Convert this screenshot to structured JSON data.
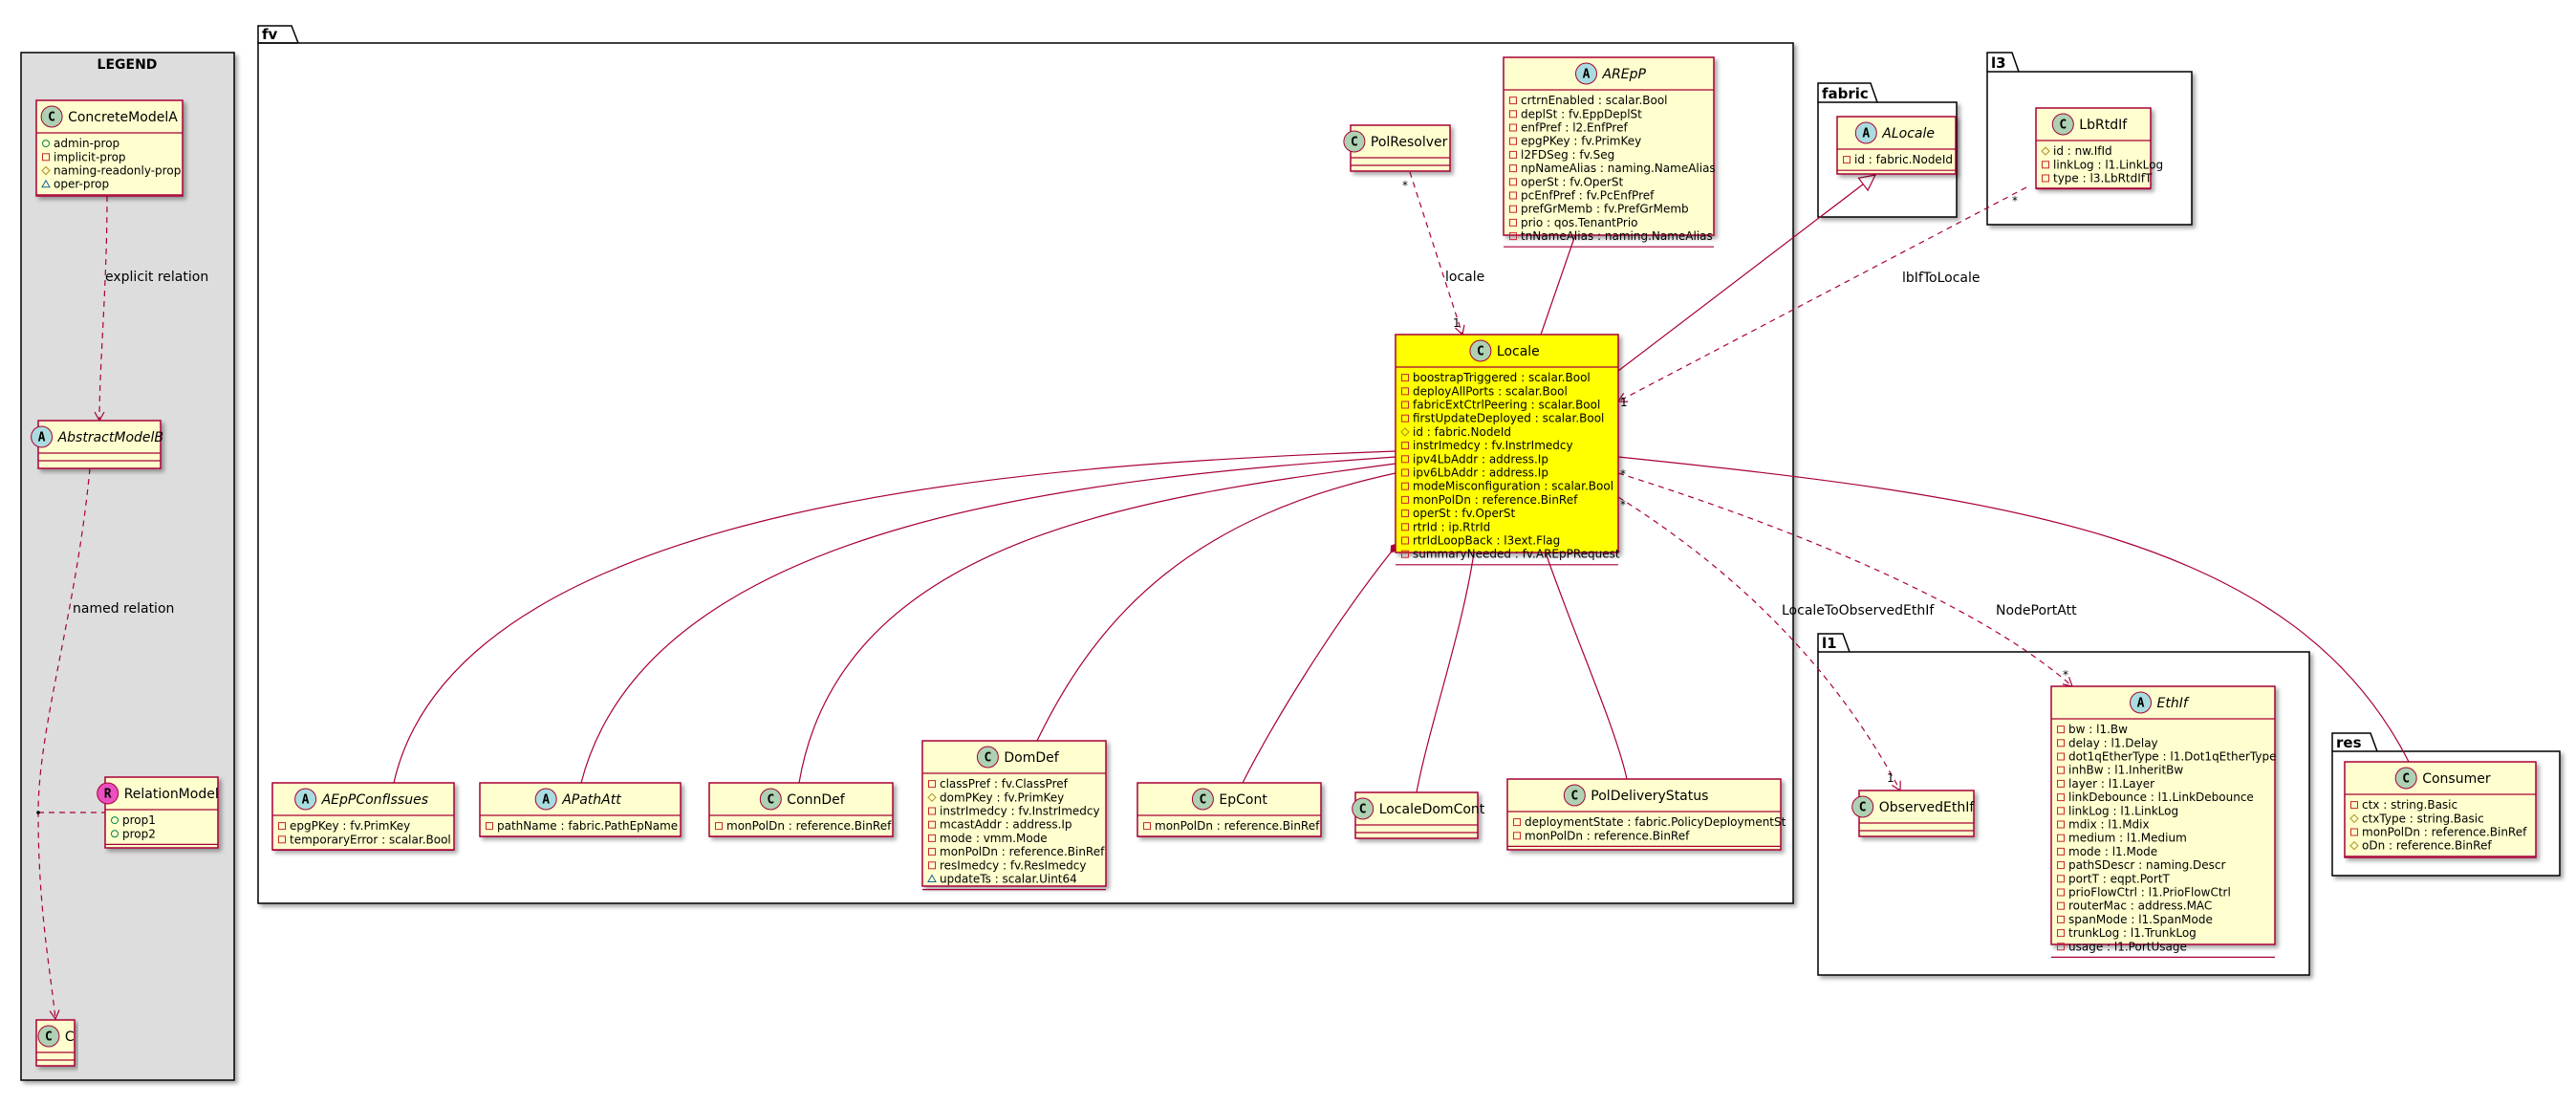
{
  "legend": {
    "title": "LEGEND",
    "classes": {
      "ConcreteModelA": {
        "name": "ConcreteModelA",
        "stereo": "C",
        "abstract": false,
        "attrs": [
          {
            "vis": "+",
            "text": "admin-prop"
          },
          {
            "vis": "-",
            "text": "implicit-prop"
          },
          {
            "vis": "#",
            "text": "naming-readonly-prop"
          },
          {
            "vis": "~",
            "text": "oper-prop"
          }
        ]
      },
      "AbstractModelB": {
        "name": "AbstractModelB",
        "stereo": "A",
        "abstract": true,
        "attrs": []
      },
      "RelationModel": {
        "name": "RelationModel",
        "stereo": "R",
        "abstract": false,
        "attrs": [
          {
            "vis": "+",
            "text": "prop1"
          },
          {
            "vis": "+",
            "text": "prop2"
          }
        ]
      },
      "C": {
        "name": "C",
        "stereo": "C",
        "abstract": false,
        "attrs": []
      }
    },
    "labels": {
      "explicit": "explicit relation",
      "named": "named relation"
    }
  },
  "packages": {
    "fv": "fv",
    "fabric": "fabric",
    "l3": "l3",
    "l1": "l1",
    "res": "res"
  },
  "classes": {
    "AREpP": {
      "name": "AREpP",
      "stereo": "A",
      "abstract": true,
      "attrs": [
        {
          "vis": "-",
          "text": "crtrnEnabled : scalar.Bool"
        },
        {
          "vis": "-",
          "text": "deplSt : fv.EppDeplSt"
        },
        {
          "vis": "-",
          "text": "enfPref : l2.EnfPref"
        },
        {
          "vis": "-",
          "text": "epgPKey : fv.PrimKey"
        },
        {
          "vis": "-",
          "text": "l2FDSeg : fv.Seg"
        },
        {
          "vis": "-",
          "text": "npNameAlias : naming.NameAlias"
        },
        {
          "vis": "-",
          "text": "operSt : fv.OperSt"
        },
        {
          "vis": "-",
          "text": "pcEnfPref : fv.PcEnfPref"
        },
        {
          "vis": "-",
          "text": "prefGrMemb : fv.PrefGrMemb"
        },
        {
          "vis": "-",
          "text": "prio : qos.TenantPrio"
        },
        {
          "vis": "-",
          "text": "tnNameAlias : naming.NameAlias"
        }
      ]
    },
    "PolResolver": {
      "name": "PolResolver",
      "stereo": "C",
      "abstract": false,
      "attrs": []
    },
    "Locale": {
      "name": "Locale",
      "stereo": "C",
      "abstract": false,
      "highlight": true,
      "attrs": [
        {
          "vis": "-",
          "text": "boostrapTriggered : scalar.Bool"
        },
        {
          "vis": "-",
          "text": "deployAllPorts : scalar.Bool"
        },
        {
          "vis": "-",
          "text": "fabricExtCtrlPeering : scalar.Bool"
        },
        {
          "vis": "-",
          "text": "firstUpdateDeployed : scalar.Bool"
        },
        {
          "vis": "#",
          "text": "id : fabric.NodeId"
        },
        {
          "vis": "-",
          "text": "instrImedcy : fv.InstrImedcy"
        },
        {
          "vis": "-",
          "text": "ipv4LbAddr : address.Ip"
        },
        {
          "vis": "-",
          "text": "ipv6LbAddr : address.Ip"
        },
        {
          "vis": "-",
          "text": "modeMisconfiguration : scalar.Bool"
        },
        {
          "vis": "-",
          "text": "monPolDn : reference.BinRef"
        },
        {
          "vis": "-",
          "text": "operSt : fv.OperSt"
        },
        {
          "vis": "-",
          "text": "rtrId : ip.RtrId"
        },
        {
          "vis": "-",
          "text": "rtrIdLoopBack : l3ext.Flag"
        },
        {
          "vis": "-",
          "text": "summaryNeeded : fv.AREpPRequest"
        }
      ]
    },
    "AEpPConfIssues": {
      "name": "AEpPConfIssues",
      "stereo": "A",
      "abstract": true,
      "attrs": [
        {
          "vis": "-",
          "text": "epgPKey : fv.PrimKey"
        },
        {
          "vis": "-",
          "text": "temporaryError : scalar.Bool"
        }
      ]
    },
    "APathAtt": {
      "name": "APathAtt",
      "stereo": "A",
      "abstract": true,
      "attrs": [
        {
          "vis": "-",
          "text": "pathName : fabric.PathEpName"
        }
      ]
    },
    "ConnDef": {
      "name": "ConnDef",
      "stereo": "C",
      "abstract": false,
      "attrs": [
        {
          "vis": "-",
          "text": "monPolDn : reference.BinRef"
        }
      ]
    },
    "DomDef": {
      "name": "DomDef",
      "stereo": "C",
      "abstract": false,
      "attrs": [
        {
          "vis": "-",
          "text": "classPref : fv.ClassPref"
        },
        {
          "vis": "#",
          "text": "domPKey : fv.PrimKey"
        },
        {
          "vis": "-",
          "text": "instrImedcy : fv.InstrImedcy"
        },
        {
          "vis": "-",
          "text": "mcastAddr : address.Ip"
        },
        {
          "vis": "-",
          "text": "mode : vmm.Mode"
        },
        {
          "vis": "-",
          "text": "monPolDn : reference.BinRef"
        },
        {
          "vis": "-",
          "text": "resImedcy : fv.ResImedcy"
        },
        {
          "vis": "~",
          "text": "updateTs : scalar.Uint64"
        }
      ]
    },
    "EpCont": {
      "name": "EpCont",
      "stereo": "C",
      "abstract": false,
      "attrs": [
        {
          "vis": "-",
          "text": "monPolDn : reference.BinRef"
        }
      ]
    },
    "LocaleDomCont": {
      "name": "LocaleDomCont",
      "stereo": "C",
      "abstract": false,
      "attrs": []
    },
    "PolDeliveryStatus": {
      "name": "PolDeliveryStatus",
      "stereo": "C",
      "abstract": false,
      "attrs": [
        {
          "vis": "-",
          "text": "deploymentState : fabric.PolicyDeploymentSt"
        },
        {
          "vis": "-",
          "text": "monPolDn : reference.BinRef"
        }
      ]
    },
    "ALocale": {
      "name": "ALocale",
      "stereo": "A",
      "abstract": true,
      "attrs": [
        {
          "vis": "-",
          "text": "id : fabric.NodeId"
        }
      ]
    },
    "LbRtdIf": {
      "name": "LbRtdIf",
      "stereo": "C",
      "abstract": false,
      "attrs": [
        {
          "vis": "#",
          "text": "id : nw.IfId"
        },
        {
          "vis": "-",
          "text": "linkLog : l1.LinkLog"
        },
        {
          "vis": "-",
          "text": "type : l3.LbRtdIfT"
        }
      ]
    },
    "ObservedEthIf": {
      "name": "ObservedEthIf",
      "stereo": "C",
      "abstract": false,
      "attrs": []
    },
    "EthIf": {
      "name": "EthIf",
      "stereo": "A",
      "abstract": true,
      "attrs": [
        {
          "vis": "-",
          "text": "bw : l1.Bw"
        },
        {
          "vis": "-",
          "text": "delay : l1.Delay"
        },
        {
          "vis": "-",
          "text": "dot1qEtherType : l1.Dot1qEtherType"
        },
        {
          "vis": "-",
          "text": "inhBw : l1.InheritBw"
        },
        {
          "vis": "-",
          "text": "layer : l1.Layer"
        },
        {
          "vis": "-",
          "text": "linkDebounce : l1.LinkDebounce"
        },
        {
          "vis": "-",
          "text": "linkLog : l1.LinkLog"
        },
        {
          "vis": "-",
          "text": "mdix : l1.Mdix"
        },
        {
          "vis": "-",
          "text": "medium : l1.Medium"
        },
        {
          "vis": "-",
          "text": "mode : l1.Mode"
        },
        {
          "vis": "-",
          "text": "pathSDescr : naming.Descr"
        },
        {
          "vis": "-",
          "text": "portT : eqpt.PortT"
        },
        {
          "vis": "-",
          "text": "prioFlowCtrl : l1.PrioFlowCtrl"
        },
        {
          "vis": "-",
          "text": "routerMac : address.MAC"
        },
        {
          "vis": "-",
          "text": "spanMode : l1.SpanMode"
        },
        {
          "vis": "-",
          "text": "trunkLog : l1.TrunkLog"
        },
        {
          "vis": "-",
          "text": "usage : l1.PortUsage"
        }
      ]
    },
    "Consumer": {
      "name": "Consumer",
      "stereo": "C",
      "abstract": false,
      "attrs": [
        {
          "vis": "-",
          "text": "ctx : string.Basic"
        },
        {
          "vis": "#",
          "text": "ctxType : string.Basic"
        },
        {
          "vis": "-",
          "text": "monPolDn : reference.BinRef"
        },
        {
          "vis": "#",
          "text": "oDn : reference.BinRef"
        }
      ]
    }
  },
  "relations": {
    "locale": {
      "label": "locale",
      "src_mult": "*",
      "dst_mult": "1"
    },
    "lbIfToLocale": {
      "label": "lbIfToLocale",
      "src_mult": "*",
      "dst_mult": "1"
    },
    "localeToObservedEthIf": {
      "label": "LocaleToObservedEthIf",
      "src_mult": "*",
      "dst_mult": "1"
    },
    "nodePortAtt": {
      "label": "NodePortAtt",
      "src_mult": "*",
      "dst_mult": "*"
    }
  },
  "colors": {
    "class_fill": "#FEFECE",
    "class_border": "#A80036",
    "locale_fill": "#FFFF00",
    "legend_fill": "#DDDDDD",
    "circle_class": "#ADD1B2",
    "circle_abstract": "#A9DCDF",
    "circle_relation": "#EB4FC0",
    "edge": "#A80036"
  }
}
